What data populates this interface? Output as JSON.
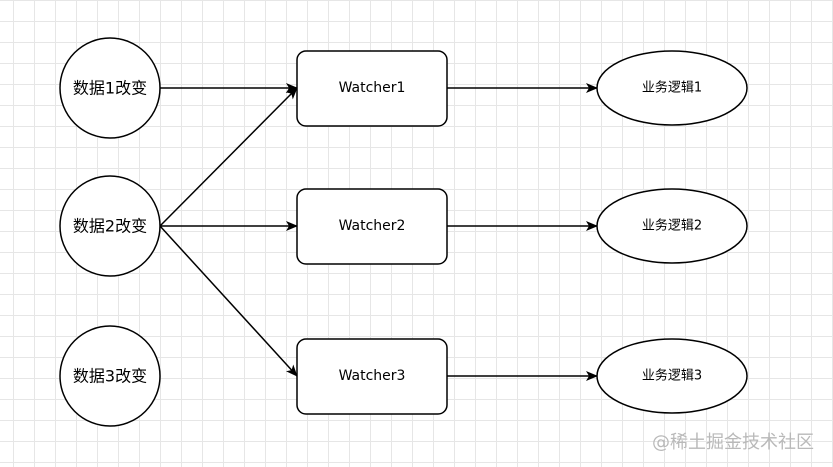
{
  "sources": [
    {
      "label": "数据1改变"
    },
    {
      "label": "数据2改变"
    },
    {
      "label": "数据3改变"
    }
  ],
  "watchers": [
    {
      "label": "Watcher1"
    },
    {
      "label": "Watcher2"
    },
    {
      "label": "Watcher3"
    }
  ],
  "logics": [
    {
      "label": "业务逻辑1"
    },
    {
      "label": "业务逻辑2"
    },
    {
      "label": "业务逻辑3"
    }
  ],
  "edges": [
    {
      "from": "sources.0",
      "to": "watchers.0"
    },
    {
      "from": "sources.1",
      "to": "watchers.0"
    },
    {
      "from": "sources.1",
      "to": "watchers.1"
    },
    {
      "from": "sources.1",
      "to": "watchers.2"
    },
    {
      "from": "watchers.0",
      "to": "logics.0"
    },
    {
      "from": "watchers.1",
      "to": "logics.1"
    },
    {
      "from": "watchers.2",
      "to": "logics.2"
    }
  ],
  "watermark": "@稀土掘金技术社区",
  "colors": {
    "stroke": "#000000",
    "fill": "#ffffff",
    "grid": "#e6e6e6",
    "watermark": "#b9b9b9"
  }
}
